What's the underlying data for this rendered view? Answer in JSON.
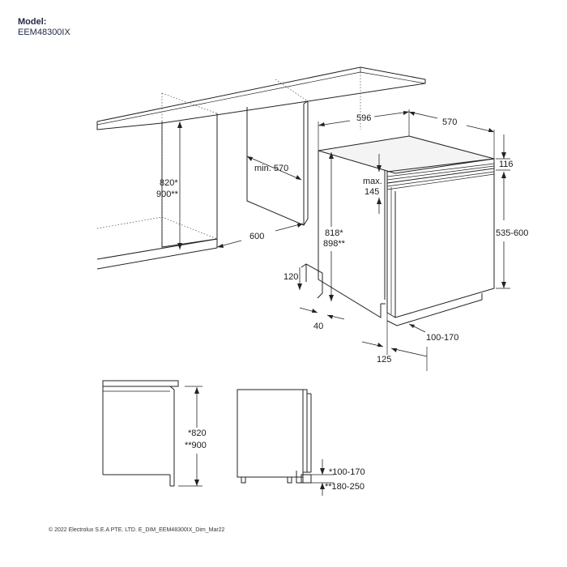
{
  "header": {
    "model_label": "Model:",
    "model_number": "EEM48300IX"
  },
  "isometric_view": {
    "niche_height": [
      "820*",
      "900**"
    ],
    "niche_depth": "min. 570",
    "niche_width": "600",
    "appliance_width": "596",
    "appliance_depth": "570",
    "top_clearance": "116",
    "panel_max": [
      "max.",
      "145"
    ],
    "appliance_height": [
      "818*",
      "898**"
    ],
    "door_panel_height": "535-600",
    "plinth_height": "120",
    "plinth_depth": "40",
    "plinth_range": "100-170",
    "plinth_offset": "125"
  },
  "front_view": {
    "height": [
      "*820",
      "**900"
    ]
  },
  "side_view": {
    "plinth_ranges": [
      "*100-170",
      "**180-250"
    ]
  },
  "footer": {
    "copyright": "© 2022 Electrolux S.E.A PTE. LTD. E_DIM_EEM48300IX_Dim_Mar22"
  }
}
